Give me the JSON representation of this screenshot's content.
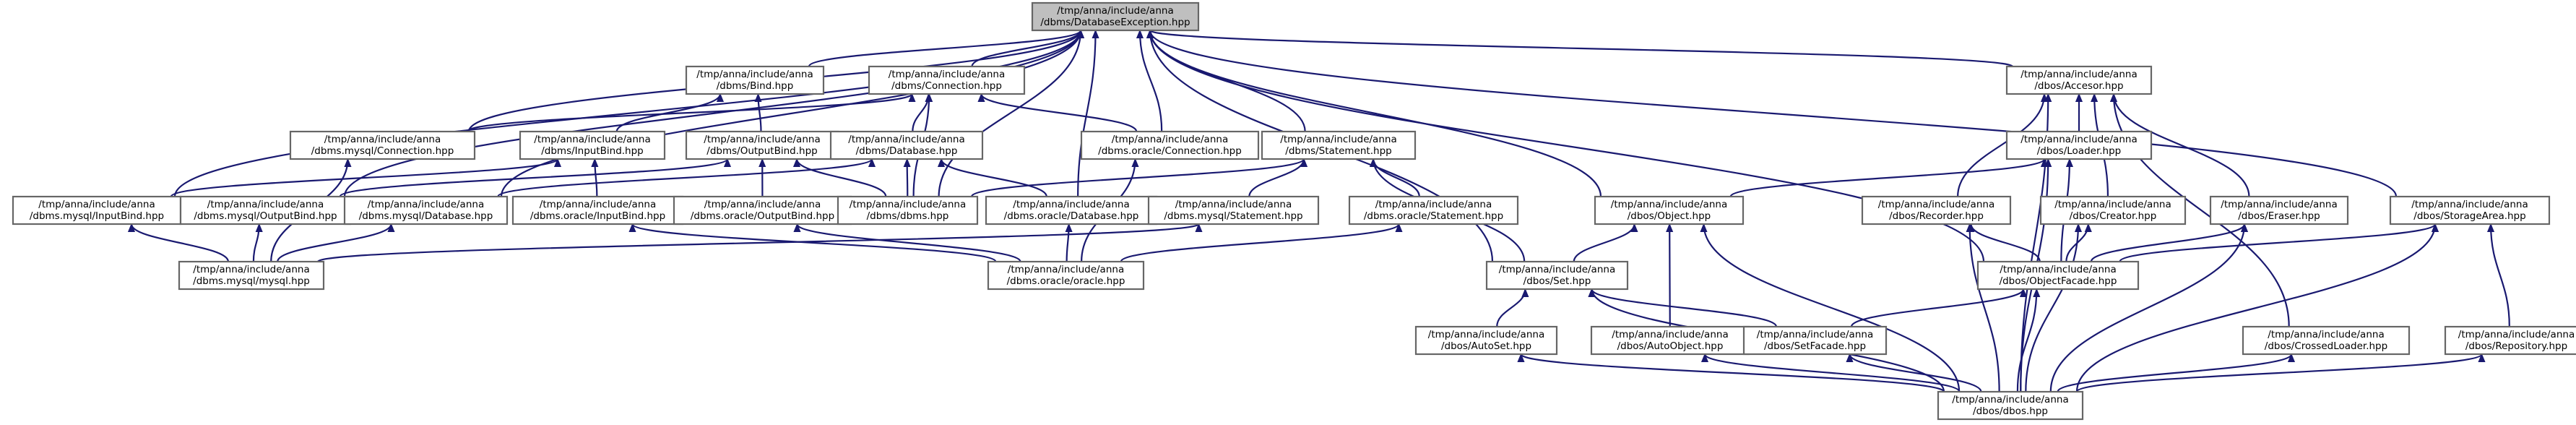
{
  "graph": {
    "kind": "include-dependency-graph",
    "edge_color": "#191970",
    "node_fill": "#ffffff",
    "highlight_fill": "#bfbfbf",
    "nodes": [
      {
        "id": "dbex",
        "lines": [
          "/tmp/anna/include/anna",
          "/dbms/DatabaseException.hpp"
        ],
        "highlight": true
      },
      {
        "id": "bind",
        "lines": [
          "/tmp/anna/include/anna",
          "/dbms/Bind.hpp"
        ]
      },
      {
        "id": "connection",
        "lines": [
          "/tmp/anna/include/anna",
          "/dbms/Connection.hpp"
        ]
      },
      {
        "id": "accesor",
        "lines": [
          "/tmp/anna/include/anna",
          "/dbos/Accesor.hpp"
        ]
      },
      {
        "id": "mysqlConnection",
        "lines": [
          "/tmp/anna/include/anna",
          "/dbms.mysql/Connection.hpp"
        ]
      },
      {
        "id": "inputBind",
        "lines": [
          "/tmp/anna/include/anna",
          "/dbms/InputBind.hpp"
        ]
      },
      {
        "id": "outputBind",
        "lines": [
          "/tmp/anna/include/anna",
          "/dbms/OutputBind.hpp"
        ]
      },
      {
        "id": "database",
        "lines": [
          "/tmp/anna/include/anna",
          "/dbms/Database.hpp"
        ]
      },
      {
        "id": "oracleConnection",
        "lines": [
          "/tmp/anna/include/anna",
          "/dbms.oracle/Connection.hpp"
        ]
      },
      {
        "id": "statement",
        "lines": [
          "/tmp/anna/include/anna",
          "/dbms/Statement.hpp"
        ]
      },
      {
        "id": "loader",
        "lines": [
          "/tmp/anna/include/anna",
          "/dbos/Loader.hpp"
        ]
      },
      {
        "id": "mysqlInputBind",
        "lines": [
          "/tmp/anna/include/anna",
          "/dbms.mysql/InputBind.hpp"
        ]
      },
      {
        "id": "mysqlOutputBind",
        "lines": [
          "/tmp/anna/include/anna",
          "/dbms.mysql/OutputBind.hpp"
        ]
      },
      {
        "id": "mysqlDatabase",
        "lines": [
          "/tmp/anna/include/anna",
          "/dbms.mysql/Database.hpp"
        ]
      },
      {
        "id": "oracleInputBind",
        "lines": [
          "/tmp/anna/include/anna",
          "/dbms.oracle/InputBind.hpp"
        ]
      },
      {
        "id": "oracleOutputBind",
        "lines": [
          "/tmp/anna/include/anna",
          "/dbms.oracle/OutputBind.hpp"
        ]
      },
      {
        "id": "dbms",
        "lines": [
          "/tmp/anna/include/anna",
          "/dbms/dbms.hpp"
        ]
      },
      {
        "id": "oracleDatabase",
        "lines": [
          "/tmp/anna/include/anna",
          "/dbms.oracle/Database.hpp"
        ]
      },
      {
        "id": "mysqlStatement",
        "lines": [
          "/tmp/anna/include/anna",
          "/dbms.mysql/Statement.hpp"
        ]
      },
      {
        "id": "oracleStatement",
        "lines": [
          "/tmp/anna/include/anna",
          "/dbms.oracle/Statement.hpp"
        ]
      },
      {
        "id": "object",
        "lines": [
          "/tmp/anna/include/anna",
          "/dbos/Object.hpp"
        ]
      },
      {
        "id": "recorder",
        "lines": [
          "/tmp/anna/include/anna",
          "/dbos/Recorder.hpp"
        ]
      },
      {
        "id": "creator",
        "lines": [
          "/tmp/anna/include/anna",
          "/dbos/Creator.hpp"
        ]
      },
      {
        "id": "eraser",
        "lines": [
          "/tmp/anna/include/anna",
          "/dbos/Eraser.hpp"
        ]
      },
      {
        "id": "storageArea",
        "lines": [
          "/tmp/anna/include/anna",
          "/dbos/StorageArea.hpp"
        ]
      },
      {
        "id": "mysqlMysql",
        "lines": [
          "/tmp/anna/include/anna",
          "/dbms.mysql/mysql.hpp"
        ]
      },
      {
        "id": "oracleOracle",
        "lines": [
          "/tmp/anna/include/anna",
          "/dbms.oracle/oracle.hpp"
        ]
      },
      {
        "id": "set",
        "lines": [
          "/tmp/anna/include/anna",
          "/dbos/Set.hpp"
        ]
      },
      {
        "id": "objectFacade",
        "lines": [
          "/tmp/anna/include/anna",
          "/dbos/ObjectFacade.hpp"
        ]
      },
      {
        "id": "autoSet",
        "lines": [
          "/tmp/anna/include/anna",
          "/dbos/AutoSet.hpp"
        ]
      },
      {
        "id": "autoObject",
        "lines": [
          "/tmp/anna/include/anna",
          "/dbos/AutoObject.hpp"
        ]
      },
      {
        "id": "setFacade",
        "lines": [
          "/tmp/anna/include/anna",
          "/dbos/SetFacade.hpp"
        ]
      },
      {
        "id": "crossedLoader",
        "lines": [
          "/tmp/anna/include/anna",
          "/dbos/CrossedLoader.hpp"
        ]
      },
      {
        "id": "repository",
        "lines": [
          "/tmp/anna/include/anna",
          "/dbos/Repository.hpp"
        ]
      },
      {
        "id": "dbos",
        "lines": [
          "/tmp/anna/include/anna",
          "/dbos/dbos.hpp"
        ]
      }
    ],
    "edges": [
      {
        "from": "dbex",
        "to": "bind"
      },
      {
        "from": "dbex",
        "to": "connection"
      },
      {
        "from": "dbex",
        "to": "accesor"
      },
      {
        "from": "dbex",
        "to": "mysqlConnection"
      },
      {
        "from": "dbex",
        "to": "mysqlInputBind"
      },
      {
        "from": "dbex",
        "to": "mysqlOutputBind"
      },
      {
        "from": "dbex",
        "to": "mysqlDatabase"
      },
      {
        "from": "dbex",
        "to": "dbms"
      },
      {
        "from": "dbex",
        "to": "oracleDatabase"
      },
      {
        "from": "dbex",
        "to": "oracleConnection"
      },
      {
        "from": "dbex",
        "to": "statement"
      },
      {
        "from": "dbex",
        "to": "object"
      },
      {
        "from": "dbex",
        "to": "set"
      },
      {
        "from": "dbex",
        "to": "objectFacade"
      },
      {
        "from": "dbex",
        "to": "storageArea"
      },
      {
        "from": "bind",
        "to": "inputBind"
      },
      {
        "from": "bind",
        "to": "outputBind"
      },
      {
        "from": "connection",
        "to": "mysqlConnection"
      },
      {
        "from": "connection",
        "to": "database"
      },
      {
        "from": "connection",
        "to": "oracleConnection"
      },
      {
        "from": "connection",
        "to": "dbms"
      },
      {
        "from": "inputBind",
        "to": "mysqlInputBind"
      },
      {
        "from": "inputBind",
        "to": "oracleInputBind"
      },
      {
        "from": "outputBind",
        "to": "mysqlOutputBind"
      },
      {
        "from": "outputBind",
        "to": "oracleOutputBind"
      },
      {
        "from": "outputBind",
        "to": "dbms"
      },
      {
        "from": "database",
        "to": "mysqlDatabase"
      },
      {
        "from": "database",
        "to": "dbms"
      },
      {
        "from": "database",
        "to": "oracleDatabase"
      },
      {
        "from": "statement",
        "to": "dbms"
      },
      {
        "from": "statement",
        "to": "mysqlStatement"
      },
      {
        "from": "statement",
        "to": "oracleStatement"
      },
      {
        "from": "statement",
        "to": "set"
      },
      {
        "from": "mysqlConnection",
        "to": "mysqlMysql"
      },
      {
        "from": "mysqlInputBind",
        "to": "mysqlMysql"
      },
      {
        "from": "mysqlOutputBind",
        "to": "mysqlMysql"
      },
      {
        "from": "mysqlDatabase",
        "to": "mysqlMysql"
      },
      {
        "from": "mysqlStatement",
        "to": "mysqlMysql"
      },
      {
        "from": "oracleConnection",
        "to": "oracleOracle"
      },
      {
        "from": "oracleInputBind",
        "to": "oracleOracle"
      },
      {
        "from": "oracleOutputBind",
        "to": "oracleOracle"
      },
      {
        "from": "oracleDatabase",
        "to": "oracleOracle"
      },
      {
        "from": "oracleStatement",
        "to": "oracleOracle"
      },
      {
        "from": "accesor",
        "to": "loader"
      },
      {
        "from": "accesor",
        "to": "recorder"
      },
      {
        "from": "accesor",
        "to": "creator"
      },
      {
        "from": "accesor",
        "to": "eraser"
      },
      {
        "from": "accesor",
        "to": "crossedLoader"
      },
      {
        "from": "accesor",
        "to": "dbos"
      },
      {
        "from": "loader",
        "to": "object"
      },
      {
        "from": "loader",
        "to": "objectFacade"
      },
      {
        "from": "loader",
        "to": "dbos"
      },
      {
        "from": "object",
        "to": "set"
      },
      {
        "from": "object",
        "to": "autoObject"
      },
      {
        "from": "object",
        "to": "dbos"
      },
      {
        "from": "recorder",
        "to": "objectFacade"
      },
      {
        "from": "recorder",
        "to": "dbos"
      },
      {
        "from": "creator",
        "to": "objectFacade"
      },
      {
        "from": "creator",
        "to": "dbos"
      },
      {
        "from": "eraser",
        "to": "objectFacade"
      },
      {
        "from": "eraser",
        "to": "dbos"
      },
      {
        "from": "storageArea",
        "to": "objectFacade"
      },
      {
        "from": "storageArea",
        "to": "repository"
      },
      {
        "from": "storageArea",
        "to": "dbos"
      },
      {
        "from": "set",
        "to": "autoSet"
      },
      {
        "from": "set",
        "to": "setFacade"
      },
      {
        "from": "set",
        "to": "dbos"
      },
      {
        "from": "objectFacade",
        "to": "setFacade"
      },
      {
        "from": "objectFacade",
        "to": "dbos"
      },
      {
        "from": "autoSet",
        "to": "dbos"
      },
      {
        "from": "autoObject",
        "to": "dbos"
      },
      {
        "from": "setFacade",
        "to": "dbos"
      },
      {
        "from": "crossedLoader",
        "to": "dbos"
      },
      {
        "from": "repository",
        "to": "dbos"
      }
    ]
  }
}
